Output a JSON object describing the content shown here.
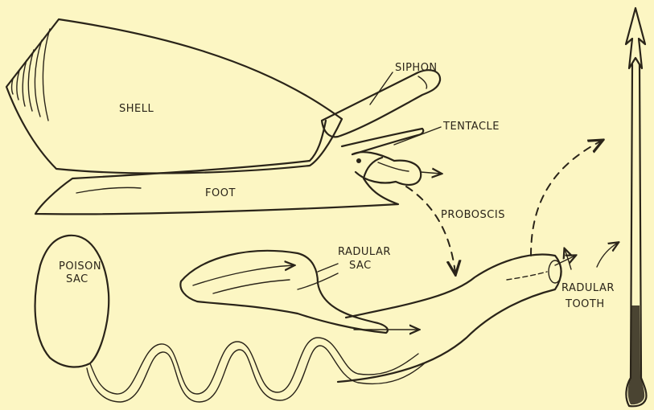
{
  "labels": {
    "shell": "SHELL",
    "siphon": "SIPHON",
    "tentacle": "TENTACLE",
    "foot": "FOOT",
    "proboscis": "PROBOSCIS",
    "radular_sac_1": "RADULAR",
    "radular_sac_2": "SAC",
    "poison_sac_1": "POISON",
    "poison_sac_2": "SAC",
    "radular_tooth_1": "RADULAR",
    "radular_tooth_2": "TOOTH"
  },
  "colors": {
    "paper": "#fcf6c3",
    "ink": "#2a2419"
  }
}
